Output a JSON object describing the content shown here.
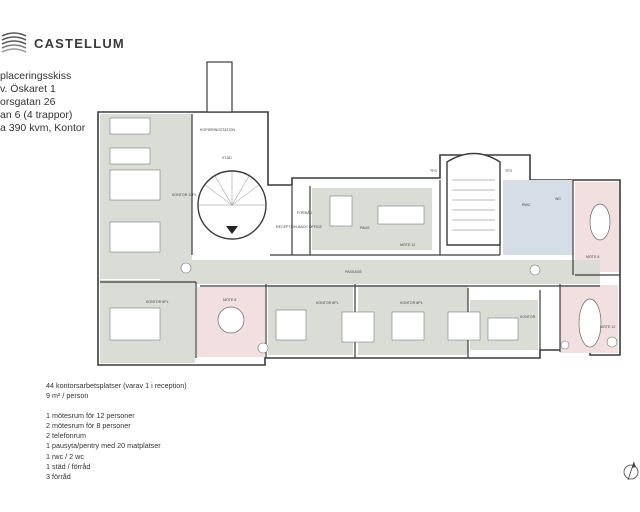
{
  "brand": {
    "name": "CASTELLUM"
  },
  "header": {
    "lines": [
      "placeringsskiss",
      "v. Öskaret 1",
      "orsgatan 26",
      "an 6 (4 trappor)",
      "a 390 kvm, Kontor"
    ]
  },
  "plan": {
    "labels": {
      "kopieringsstation": "KOPIERINGSTATION",
      "stad": "STÄD",
      "kontor_13pl": "KONTOR 13PL",
      "reception": "RECEPTION BACK OFFICE",
      "forrad": "FÖRRÅD",
      "pausyta": "PAUS",
      "mote12_top": "MÖTE 12",
      "passage": "PASSAGE",
      "mote8_left": "MÖTE 8",
      "kontor_8pl_1": "KONTOR 8PL",
      "kontor_8pl_2": "KONTOR 8PL",
      "kontor_8pl_3": "KONTOR 8PL",
      "kontor_right": "KONTOR",
      "mote8_right": "MÖTE 8",
      "mote12_right": "MÖTE 12",
      "rwc": "RWC",
      "wc": "WC",
      "tfo1": "TFO",
      "tfo2": "TFO"
    }
  },
  "summary": {
    "lines_a": [
      "44 kontorsarbetsplatser (varav 1 i reception)",
      "9 m² / person"
    ],
    "lines_b": [
      "1 mötesrum för 12 personer",
      "2 mötesrum för 8 personer",
      "2 telefonrum",
      "1 pausyta/pentry med 20 matplatser",
      "1 rwc / 2 wc",
      "1 städ / förråd",
      "3 förråd"
    ]
  },
  "colors": {
    "room_gray": "#d9ddd5",
    "meeting_pink": "#f2dfdf",
    "wc_blue": "#d7dde6",
    "wall": "#3b3b3b"
  }
}
